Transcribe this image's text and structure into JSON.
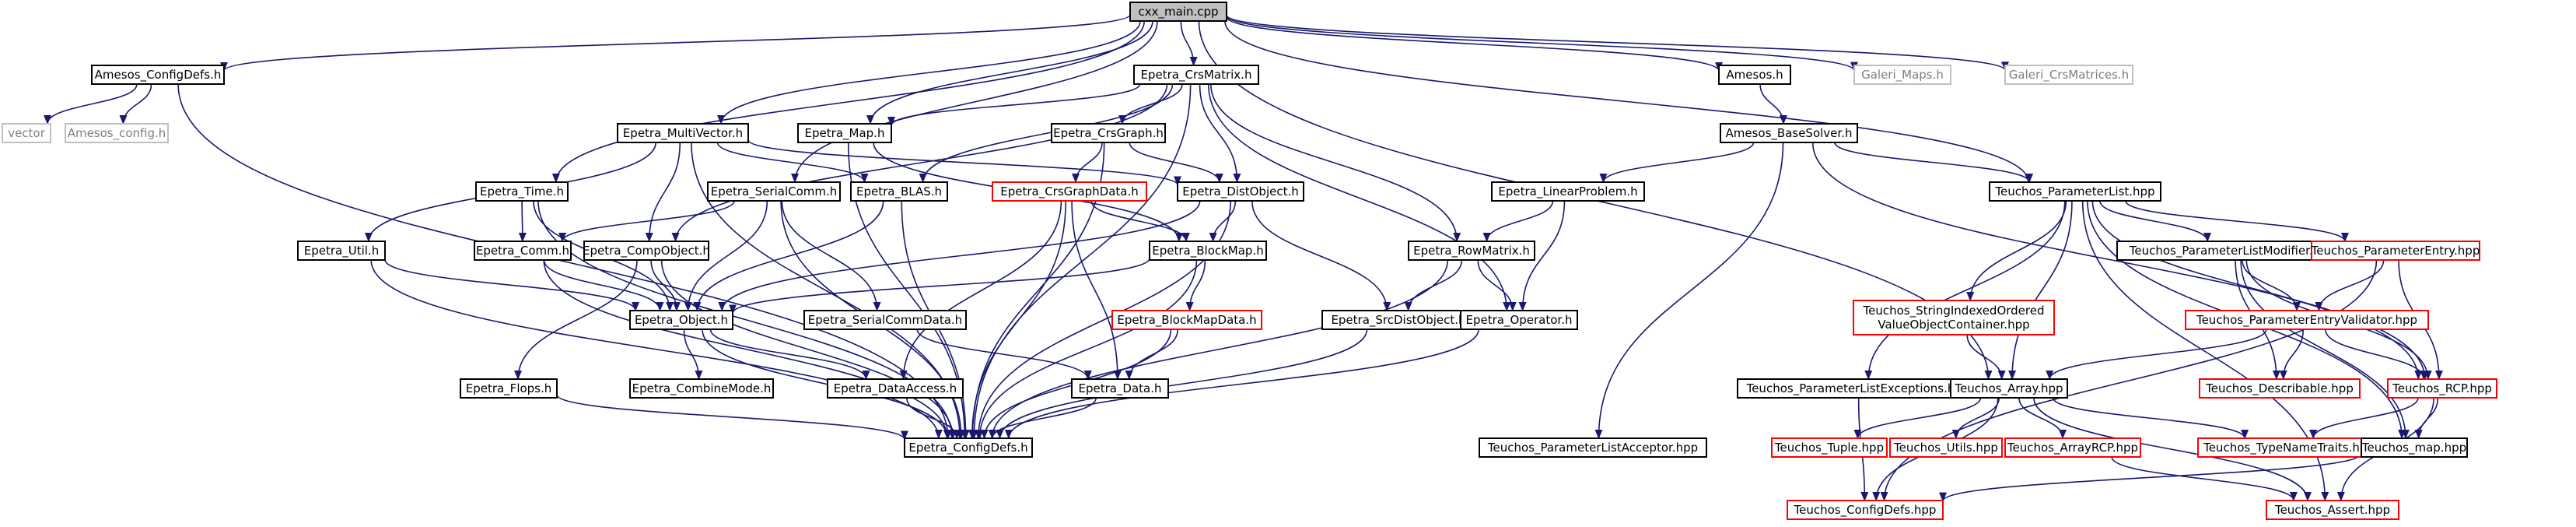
{
  "colors": {
    "edge": "#191970",
    "node_border_normal": "#000000",
    "node_border_missing": "#ff0000",
    "node_border_external": "#bfbfbf",
    "node_fill_root": "#bfbfbf",
    "text_normal": "#000000",
    "text_external": "#7f7f7f"
  },
  "nodes": [
    {
      "id": "cxx_main",
      "label": "cxx_main.cpp",
      "style": "root",
      "interactable": true
    },
    {
      "id": "amesos_configdefs",
      "label": "Amesos_ConfigDefs.h",
      "style": "normal",
      "interactable": true
    },
    {
      "id": "vector",
      "label": "vector",
      "style": "external",
      "interactable": false
    },
    {
      "id": "amesos_config",
      "label": "Amesos_config.h",
      "style": "external",
      "interactable": false
    },
    {
      "id": "epetra_crsmatrix",
      "label": "Epetra_CrsMatrix.h",
      "style": "normal",
      "interactable": true
    },
    {
      "id": "amesos_h",
      "label": "Amesos.h",
      "style": "normal",
      "interactable": true
    },
    {
      "id": "galeri_maps",
      "label": "Galeri_Maps.h",
      "style": "external",
      "interactable": false
    },
    {
      "id": "galeri_crsmatrices",
      "label": "Galeri_CrsMatrices.h",
      "style": "external",
      "interactable": false
    },
    {
      "id": "epetra_multivector",
      "label": "Epetra_MultiVector.h",
      "style": "normal",
      "interactable": true
    },
    {
      "id": "epetra_map",
      "label": "Epetra_Map.h",
      "style": "normal",
      "interactable": true
    },
    {
      "id": "epetra_crsgraph",
      "label": "Epetra_CrsGraph.h",
      "style": "normal",
      "interactable": true
    },
    {
      "id": "amesos_basesolver",
      "label": "Amesos_BaseSolver.h",
      "style": "normal",
      "interactable": true
    },
    {
      "id": "epetra_time",
      "label": "Epetra_Time.h",
      "style": "normal",
      "interactable": true
    },
    {
      "id": "epetra_serialcomm",
      "label": "Epetra_SerialComm.h",
      "style": "normal",
      "interactable": true
    },
    {
      "id": "epetra_blas",
      "label": "Epetra_BLAS.h",
      "style": "normal",
      "interactable": true
    },
    {
      "id": "epetra_crsgraphdata",
      "label": "Epetra_CrsGraphData.h",
      "style": "missing",
      "interactable": true
    },
    {
      "id": "epetra_distobject",
      "label": "Epetra_DistObject.h",
      "style": "normal",
      "interactable": true
    },
    {
      "id": "epetra_linearproblem",
      "label": "Epetra_LinearProblem.h",
      "style": "normal",
      "interactable": true
    },
    {
      "id": "teuchos_parameterlist",
      "label": "Teuchos_ParameterList.hpp",
      "style": "normal",
      "interactable": true
    },
    {
      "id": "epetra_util",
      "label": "Epetra_Util.h",
      "style": "normal",
      "interactable": true
    },
    {
      "id": "epetra_comm",
      "label": "Epetra_Comm.h",
      "style": "normal",
      "interactable": true
    },
    {
      "id": "epetra_compobject",
      "label": "Epetra_CompObject.h",
      "style": "normal",
      "interactable": true
    },
    {
      "id": "epetra_blockmap",
      "label": "Epetra_BlockMap.h",
      "style": "normal",
      "interactable": true
    },
    {
      "id": "epetra_rowmatrix",
      "label": "Epetra_RowMatrix.h",
      "style": "normal",
      "interactable": true
    },
    {
      "id": "teuchos_paramlistmodifier",
      "label": "Teuchos_ParameterListModifier.hpp",
      "style": "normal",
      "interactable": true
    },
    {
      "id": "teuchos_parameterentry",
      "label": "Teuchos_ParameterEntry.hpp",
      "style": "missing",
      "interactable": true
    },
    {
      "id": "epetra_object",
      "label": "Epetra_Object.h",
      "style": "normal",
      "interactable": true
    },
    {
      "id": "epetra_serialcommdata",
      "label": "Epetra_SerialCommData.h",
      "style": "normal",
      "interactable": true
    },
    {
      "id": "epetra_blockmapdata",
      "label": "Epetra_BlockMapData.h",
      "style": "missing",
      "interactable": true
    },
    {
      "id": "epetra_srcdistobject",
      "label": "Epetra_SrcDistObject.h",
      "style": "normal",
      "interactable": true
    },
    {
      "id": "epetra_operator",
      "label": "Epetra_Operator.h",
      "style": "normal",
      "interactable": true
    },
    {
      "id": "teuchos_stringindexed",
      "label": "Teuchos_StringIndexedOrdered\nValueObjectContainer.hpp",
      "style": "missing",
      "interactable": true
    },
    {
      "id": "teuchos_paramentryvalidator",
      "label": "Teuchos_ParameterEntryValidator.hpp",
      "style": "missing",
      "interactable": true
    },
    {
      "id": "epetra_flops",
      "label": "Epetra_Flops.h",
      "style": "normal",
      "interactable": true
    },
    {
      "id": "epetra_combinemode",
      "label": "Epetra_CombineMode.h",
      "style": "normal",
      "interactable": true
    },
    {
      "id": "epetra_dataaccess",
      "label": "Epetra_DataAccess.h",
      "style": "normal",
      "interactable": true
    },
    {
      "id": "epetra_data",
      "label": "Epetra_Data.h",
      "style": "normal",
      "interactable": true
    },
    {
      "id": "teuchos_paramlistexceptions",
      "label": "Teuchos_ParameterListExceptions.hpp",
      "style": "normal",
      "interactable": true
    },
    {
      "id": "teuchos_array",
      "label": "Teuchos_Array.hpp",
      "style": "normal",
      "interactable": true
    },
    {
      "id": "teuchos_describable",
      "label": "Teuchos_Describable.hpp",
      "style": "missing",
      "interactable": true
    },
    {
      "id": "teuchos_rcp",
      "label": "Teuchos_RCP.hpp",
      "style": "missing",
      "interactable": true
    },
    {
      "id": "epetra_configdefs",
      "label": "Epetra_ConfigDefs.h",
      "style": "normal",
      "interactable": true
    },
    {
      "id": "teuchos_paramlistacceptor",
      "label": "Teuchos_ParameterListAcceptor.hpp",
      "style": "normal",
      "interactable": true
    },
    {
      "id": "teuchos_tuple",
      "label": "Teuchos_Tuple.hpp",
      "style": "missing",
      "interactable": true
    },
    {
      "id": "teuchos_utils",
      "label": "Teuchos_Utils.hpp",
      "style": "missing",
      "interactable": true
    },
    {
      "id": "teuchos_arrayrcp",
      "label": "Teuchos_ArrayRCP.hpp",
      "style": "missing",
      "interactable": true
    },
    {
      "id": "teuchos_typenametraits",
      "label": "Teuchos_TypeNameTraits.hpp",
      "style": "missing",
      "interactable": true
    },
    {
      "id": "teuchos_map",
      "label": "Teuchos_map.hpp",
      "style": "normal",
      "interactable": true
    },
    {
      "id": "teuchos_configdefs",
      "label": "Teuchos_ConfigDefs.hpp",
      "style": "missing",
      "interactable": true
    },
    {
      "id": "teuchos_assert",
      "label": "Teuchos_Assert.hpp",
      "style": "missing",
      "interactable": true
    }
  ],
  "edges": [
    [
      "cxx_main",
      "amesos_configdefs"
    ],
    [
      "cxx_main",
      "epetra_crsmatrix"
    ],
    [
      "cxx_main",
      "amesos_h"
    ],
    [
      "cxx_main",
      "galeri_maps"
    ],
    [
      "cxx_main",
      "galeri_crsmatrices"
    ],
    [
      "cxx_main",
      "epetra_multivector"
    ],
    [
      "cxx_main",
      "epetra_map"
    ],
    [
      "cxx_main",
      "epetra_time"
    ],
    [
      "cxx_main",
      "epetra_serialcomm"
    ],
    [
      "cxx_main",
      "teuchos_parameterlist"
    ],
    [
      "cxx_main",
      "teuchos_array"
    ],
    [
      "amesos_configdefs",
      "vector"
    ],
    [
      "amesos_configdefs",
      "amesos_config"
    ],
    [
      "amesos_configdefs",
      "epetra_configdefs"
    ],
    [
      "epetra_crsmatrix",
      "epetra_map"
    ],
    [
      "epetra_crsmatrix",
      "epetra_crsgraph"
    ],
    [
      "epetra_crsmatrix",
      "epetra_distobject"
    ],
    [
      "epetra_crsmatrix",
      "epetra_blas"
    ],
    [
      "epetra_crsmatrix",
      "epetra_compobject"
    ],
    [
      "epetra_crsmatrix",
      "epetra_rowmatrix"
    ],
    [
      "epetra_crsmatrix",
      "epetra_operator"
    ],
    [
      "epetra_crsmatrix",
      "epetra_configdefs"
    ],
    [
      "amesos_h",
      "amesos_basesolver"
    ],
    [
      "amesos_basesolver",
      "epetra_linearproblem"
    ],
    [
      "amesos_basesolver",
      "teuchos_parameterlist"
    ],
    [
      "amesos_basesolver",
      "teuchos_rcp"
    ],
    [
      "amesos_basesolver",
      "teuchos_paramlistacceptor"
    ],
    [
      "epetra_multivector",
      "epetra_distobject"
    ],
    [
      "epetra_multivector",
      "epetra_compobject"
    ],
    [
      "epetra_multivector",
      "epetra_blas"
    ],
    [
      "epetra_multivector",
      "epetra_util"
    ],
    [
      "epetra_multivector",
      "epetra_configdefs"
    ],
    [
      "epetra_map",
      "epetra_blockmap"
    ],
    [
      "epetra_map",
      "epetra_configdefs"
    ],
    [
      "epetra_crsgraph",
      "epetra_crsgraphdata"
    ],
    [
      "epetra_crsgraph",
      "epetra_distobject"
    ],
    [
      "epetra_crsgraph",
      "epetra_configdefs"
    ],
    [
      "epetra_time",
      "epetra_object"
    ],
    [
      "epetra_time",
      "epetra_comm"
    ],
    [
      "epetra_time",
      "epetra_configdefs"
    ],
    [
      "epetra_serialcomm",
      "epetra_object"
    ],
    [
      "epetra_serialcomm",
      "epetra_comm"
    ],
    [
      "epetra_serialcomm",
      "epetra_serialcommdata"
    ],
    [
      "epetra_serialcomm",
      "epetra_configdefs"
    ],
    [
      "epetra_blas",
      "epetra_object"
    ],
    [
      "epetra_blas",
      "epetra_configdefs"
    ],
    [
      "epetra_crsgraphdata",
      "epetra_blockmap"
    ],
    [
      "epetra_crsgraphdata",
      "epetra_data"
    ],
    [
      "epetra_crsgraphdata",
      "epetra_dataaccess"
    ],
    [
      "epetra_crsgraphdata",
      "epetra_configdefs"
    ],
    [
      "epetra_distobject",
      "epetra_object"
    ],
    [
      "epetra_distobject",
      "epetra_blockmap"
    ],
    [
      "epetra_distobject",
      "epetra_srcdistobject"
    ],
    [
      "epetra_distobject",
      "epetra_configdefs"
    ],
    [
      "epetra_linearproblem",
      "epetra_rowmatrix"
    ],
    [
      "epetra_linearproblem",
      "epetra_operator"
    ],
    [
      "teuchos_parameterlist",
      "teuchos_paramlistexceptions"
    ],
    [
      "teuchos_parameterlist",
      "teuchos_stringindexed"
    ],
    [
      "teuchos_parameterlist",
      "teuchos_array"
    ],
    [
      "teuchos_parameterlist",
      "teuchos_paramlistmodifier"
    ],
    [
      "teuchos_parameterlist",
      "teuchos_parameterentry"
    ],
    [
      "teuchos_parameterlist",
      "teuchos_rcp"
    ],
    [
      "teuchos_parameterlist",
      "teuchos_map"
    ],
    [
      "teuchos_parameterlist",
      "teuchos_assert"
    ],
    [
      "epetra_util",
      "epetra_object"
    ],
    [
      "epetra_util",
      "epetra_configdefs"
    ],
    [
      "epetra_comm",
      "epetra_object"
    ],
    [
      "epetra_comm",
      "epetra_configdefs"
    ],
    [
      "epetra_compobject",
      "epetra_object"
    ],
    [
      "epetra_compobject",
      "epetra_flops"
    ],
    [
      "epetra_compobject",
      "epetra_configdefs"
    ],
    [
      "epetra_blockmap",
      "epetra_object"
    ],
    [
      "epetra_blockmap",
      "epetra_blockmapdata"
    ],
    [
      "epetra_blockmap",
      "epetra_configdefs"
    ],
    [
      "epetra_rowmatrix",
      "epetra_operator"
    ],
    [
      "epetra_rowmatrix",
      "epetra_srcdistobject"
    ],
    [
      "epetra_rowmatrix",
      "epetra_configdefs"
    ],
    [
      "teuchos_paramlistmodifier",
      "teuchos_paramentryvalidator"
    ],
    [
      "teuchos_paramlistmodifier",
      "teuchos_describable"
    ],
    [
      "teuchos_paramlistmodifier",
      "teuchos_rcp"
    ],
    [
      "teuchos_paramlistmodifier",
      "teuchos_map"
    ],
    [
      "teuchos_parameterentry",
      "teuchos_paramentryvalidator"
    ],
    [
      "teuchos_parameterentry",
      "teuchos_rcp"
    ],
    [
      "teuchos_parameterentry",
      "teuchos_configdefs"
    ],
    [
      "epetra_object",
      "epetra_combinemode"
    ],
    [
      "epetra_object",
      "epetra_dataaccess"
    ],
    [
      "epetra_object",
      "epetra_configdefs"
    ],
    [
      "epetra_serialcommdata",
      "epetra_data"
    ],
    [
      "epetra_blockmapdata",
      "epetra_data"
    ],
    [
      "epetra_blockmapdata",
      "epetra_configdefs"
    ],
    [
      "epetra_srcdistobject",
      "epetra_configdefs"
    ],
    [
      "epetra_operator",
      "epetra_configdefs"
    ],
    [
      "teuchos_stringindexed",
      "teuchos_array"
    ],
    [
      "teuchos_paramentryvalidator",
      "teuchos_array"
    ],
    [
      "teuchos_paramentryvalidator",
      "teuchos_describable"
    ],
    [
      "teuchos_paramentryvalidator",
      "teuchos_rcp"
    ],
    [
      "epetra_flops",
      "epetra_configdefs"
    ],
    [
      "epetra_dataaccess",
      "epetra_configdefs"
    ],
    [
      "epetra_data",
      "epetra_configdefs"
    ],
    [
      "teuchos_paramlistexceptions",
      "teuchos_configdefs"
    ],
    [
      "teuchos_array",
      "teuchos_tuple"
    ],
    [
      "teuchos_array",
      "teuchos_utils"
    ],
    [
      "teuchos_array",
      "teuchos_arrayrcp"
    ],
    [
      "teuchos_array",
      "teuchos_typenametraits"
    ],
    [
      "teuchos_array",
      "teuchos_configdefs"
    ],
    [
      "teuchos_array",
      "teuchos_assert"
    ],
    [
      "teuchos_rcp",
      "teuchos_typenametraits"
    ],
    [
      "teuchos_rcp",
      "teuchos_map"
    ],
    [
      "teuchos_rcp",
      "teuchos_assert"
    ],
    [
      "teuchos_arrayrcp",
      "teuchos_assert"
    ],
    [
      "teuchos_map",
      "teuchos_configdefs"
    ]
  ]
}
